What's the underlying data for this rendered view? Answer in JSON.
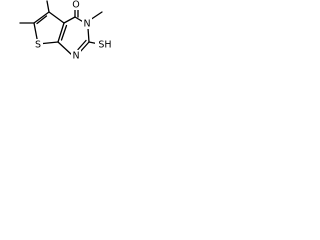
{
  "molecule": {
    "atoms": {
      "s1": "S",
      "o": "O",
      "n3": "N",
      "n1": "N",
      "sh": "SH"
    }
  },
  "colors": {
    "bond": "#000000",
    "label": "#000000",
    "background": "#ffffff"
  }
}
